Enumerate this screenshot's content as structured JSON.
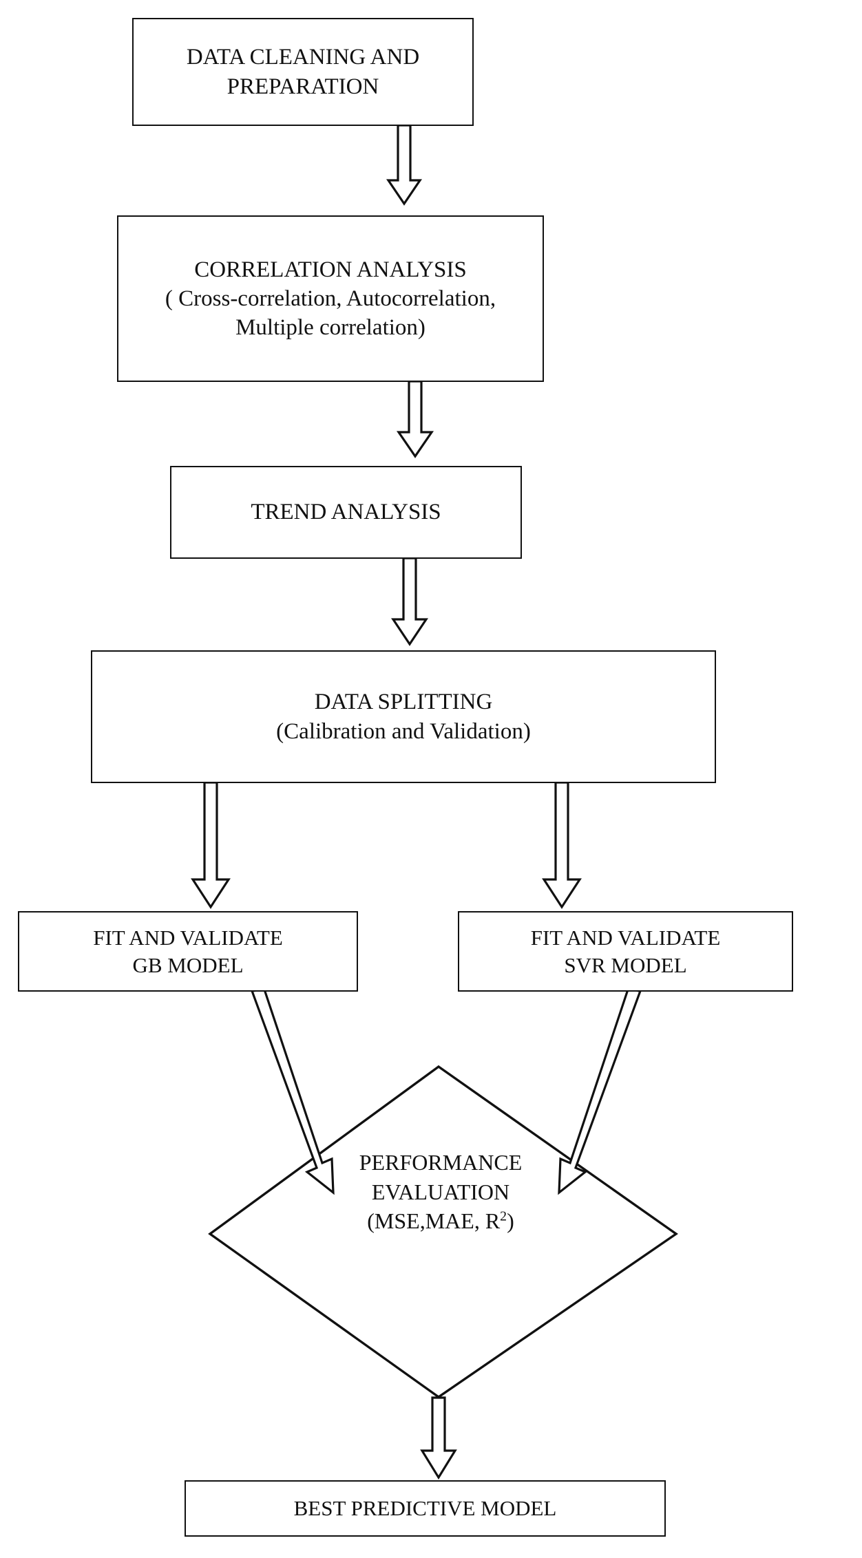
{
  "diagram": {
    "title": "Machine learning modelling workflow flowchart",
    "orientation": "top-to-bottom",
    "background_color": "#ffffff",
    "line_color": "#111111",
    "nodes": [
      {
        "id": "data-cleaning",
        "shape": "rectangle",
        "lines": [
          "DATA CLEANING AND",
          "PREPARATION"
        ]
      },
      {
        "id": "correlation-analysis",
        "shape": "rectangle",
        "lines": [
          "CORRELATION ANALYSIS",
          "( Cross-correlation, Autocorrelation,",
          "Multiple correlation)"
        ]
      },
      {
        "id": "trend-analysis",
        "shape": "rectangle",
        "lines": [
          "TREND ANALYSIS"
        ]
      },
      {
        "id": "data-splitting",
        "shape": "rectangle",
        "lines": [
          "DATA SPLITTING",
          "(Calibration and Validation)"
        ]
      },
      {
        "id": "fit-validate-gb",
        "shape": "rectangle",
        "lines": [
          "FIT AND VALIDATE",
          "GB MODEL"
        ]
      },
      {
        "id": "fit-validate-svr",
        "shape": "rectangle",
        "lines": [
          "FIT AND VALIDATE",
          "SVR MODEL"
        ]
      },
      {
        "id": "performance-evaluation",
        "shape": "diamond",
        "lines": [
          "PERFORMANCE",
          "EVALUATION",
          "(MSE,MAE, R"
        ],
        "superscript": "2",
        "line3_tail": ")"
      },
      {
        "id": "best-predictive-model",
        "shape": "rectangle",
        "lines": [
          "BEST PREDICTIVE MODEL"
        ]
      }
    ],
    "edges": [
      {
        "id": "edge-clean-to-corr",
        "from": "data-cleaning",
        "to": "correlation-analysis",
        "style": "hollow-block-arrow",
        "direction": "down"
      },
      {
        "id": "edge-corr-to-trend",
        "from": "correlation-analysis",
        "to": "trend-analysis",
        "style": "hollow-block-arrow",
        "direction": "down"
      },
      {
        "id": "edge-trend-to-split",
        "from": "trend-analysis",
        "to": "data-splitting",
        "style": "hollow-block-arrow",
        "direction": "down"
      },
      {
        "id": "edge-split-to-gb",
        "from": "data-splitting",
        "to": "fit-validate-gb",
        "style": "hollow-block-arrow",
        "direction": "down"
      },
      {
        "id": "edge-split-to-svr",
        "from": "data-splitting",
        "to": "fit-validate-svr",
        "style": "hollow-block-arrow",
        "direction": "down"
      },
      {
        "id": "edge-gb-to-perf",
        "from": "fit-validate-gb",
        "to": "performance-evaluation",
        "style": "hollow-block-arrow",
        "direction": "down-right"
      },
      {
        "id": "edge-svr-to-perf",
        "from": "fit-validate-svr",
        "to": "performance-evaluation",
        "style": "hollow-block-arrow",
        "direction": "down-left"
      },
      {
        "id": "edge-perf-to-best",
        "from": "performance-evaluation",
        "to": "best-predictive-model",
        "style": "hollow-block-arrow",
        "direction": "down"
      }
    ]
  }
}
